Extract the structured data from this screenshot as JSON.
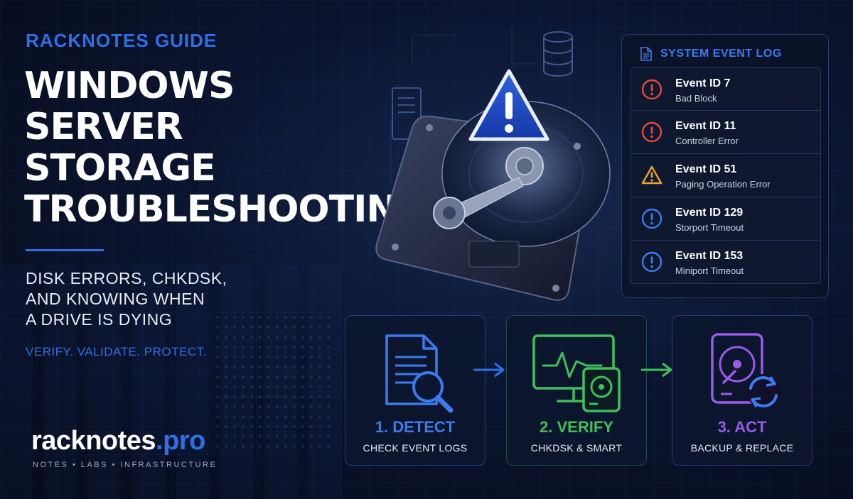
{
  "header": {
    "eyebrow": "RACKNOTES GUIDE",
    "title_lines": [
      "WINDOWS SERVER",
      "STORAGE",
      "TROUBLESHOOTING"
    ],
    "subtitle_lines": [
      "DISK ERRORS, CHKDSK,",
      "AND KNOWING WHEN",
      "A DRIVE IS DYING"
    ],
    "tagline": "VERIFY. VALIDATE. PROTECT."
  },
  "brand": {
    "name_main": "racknotes",
    "name_tld": ".pro",
    "sub": "NOTES • LABS • INFRASTRUCTURE"
  },
  "event_log": {
    "title": "SYSTEM EVENT LOG",
    "events": [
      {
        "id": "Event ID 7",
        "desc": "Bad Block",
        "severity": "error"
      },
      {
        "id": "Event ID 11",
        "desc": "Controller Error",
        "severity": "error"
      },
      {
        "id": "Event ID 51",
        "desc": "Paging Operation Error",
        "severity": "warning"
      },
      {
        "id": "Event ID 129",
        "desc": "Storport Timeout",
        "severity": "info"
      },
      {
        "id": "Event ID 153",
        "desc": "Miniport Timeout",
        "severity": "info"
      }
    ]
  },
  "steps": [
    {
      "title": "1. DETECT",
      "sub": "CHECK EVENT LOGS",
      "icon": "document-search-icon"
    },
    {
      "title": "2. VERIFY",
      "sub": "CHKDSK & SMART",
      "icon": "monitor-drive-icon"
    },
    {
      "title": "3. ACT",
      "sub": "BACKUP & REPLACE",
      "icon": "drive-refresh-icon"
    }
  ],
  "colors": {
    "accent_blue": "#2f6fe6",
    "error_red": "#e5483f",
    "warning_amber": "#f0a42a",
    "info_blue": "#3a7cf0",
    "verify_green": "#3ec05a",
    "act_purple": "#9a5ae8"
  }
}
